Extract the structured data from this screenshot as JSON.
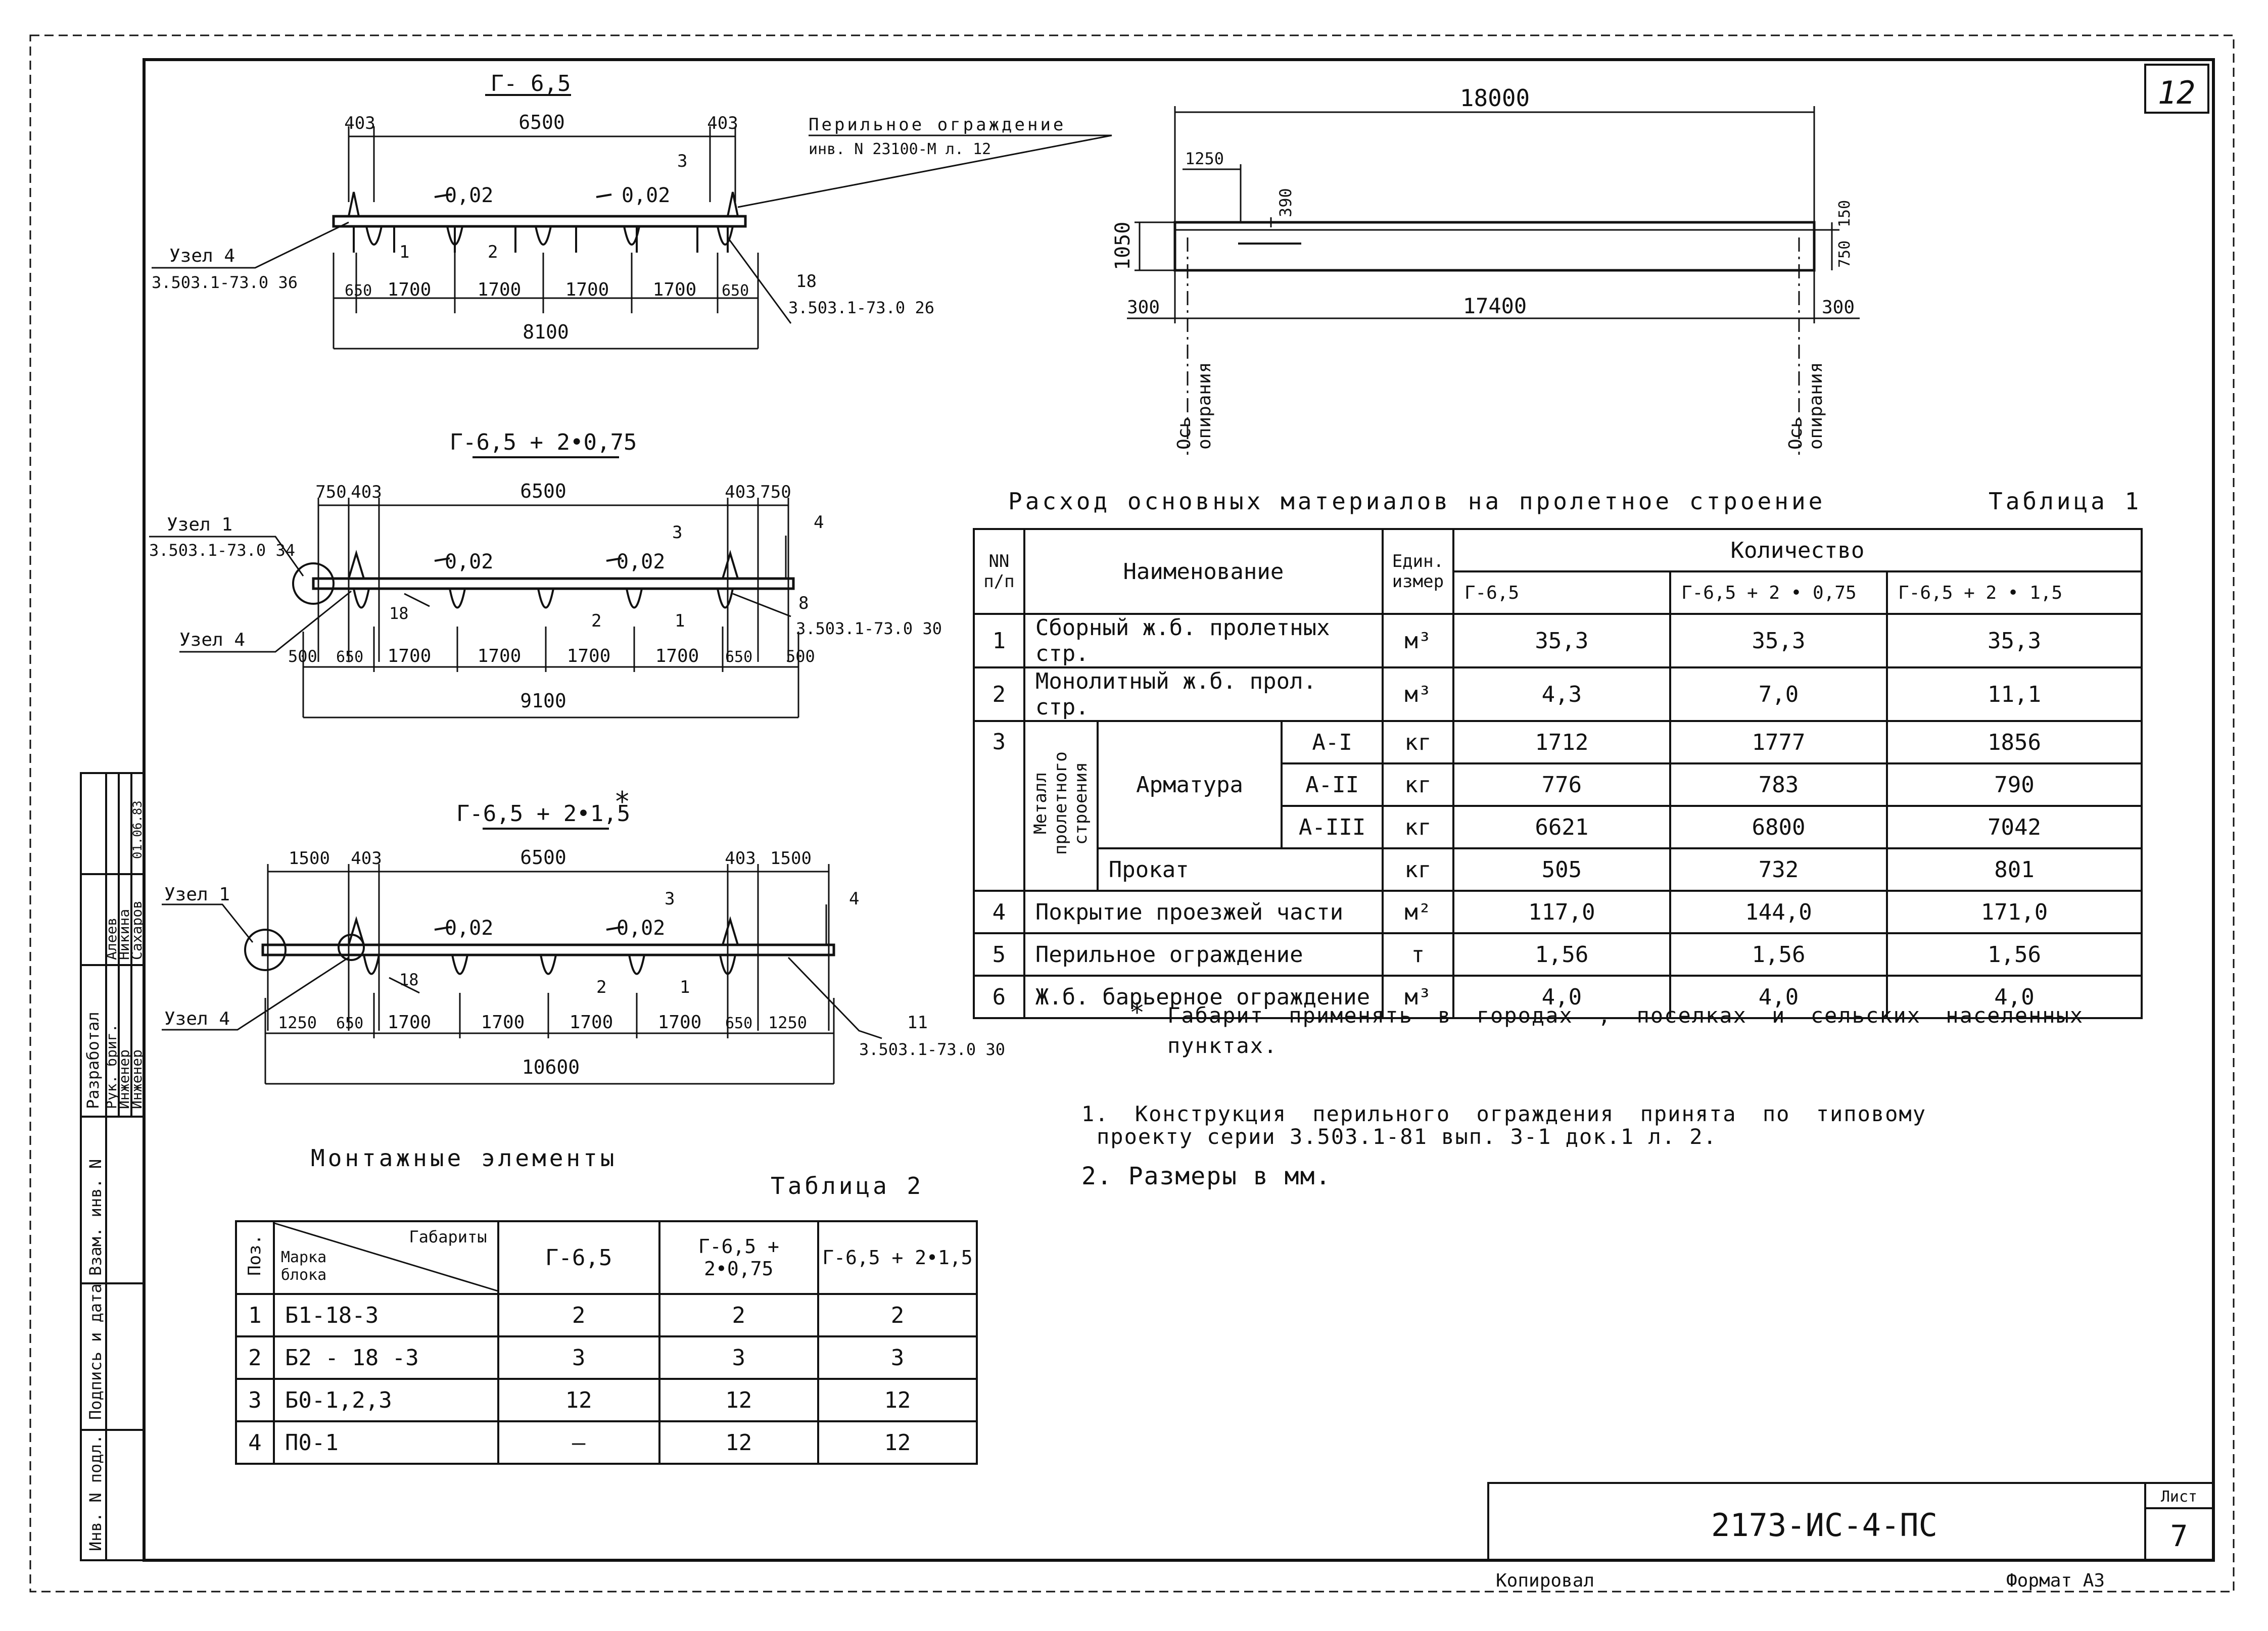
{
  "sheet": {
    "page_number": "12",
    "sheet_label": "Лист",
    "sheet_number": "7",
    "code": "2173-ИС-4-ПС",
    "copied": "Копировал",
    "format": "Формат А3"
  },
  "section_g65": {
    "title": "Г- 6,5",
    "dims_top": [
      "403",
      "6500",
      "403"
    ],
    "slopes": [
      "0,02",
      "0,02"
    ],
    "beam_marks": [
      "1",
      "2",
      "3"
    ],
    "dims_bottom": [
      "650",
      "1700",
      "1700",
      "1700",
      "1700",
      "650"
    ],
    "total": "8100",
    "railing_line1": "Перильное ограждение",
    "railing_line2": "инв. N 23100-М л. 12",
    "node_label": "Узел 4",
    "node_ref": "3.503.1-73.0 36",
    "right_mark": "18",
    "right_ref": "3.503.1-73.0 26"
  },
  "section_g65_075": {
    "title": "Г-6,5 + 2•0,75",
    "dims_top": [
      "750",
      "403",
      "6500",
      "403",
      "750"
    ],
    "slopes": [
      "0,02",
      "0,02"
    ],
    "marks": [
      "3",
      "4",
      "8",
      "18",
      "2",
      "1"
    ],
    "node1_label": "Узел 1",
    "node1_ref": "3.503.1-73.0 34",
    "node4_label": "Узел 4",
    "right_ref": "3.503.1-73.0 30",
    "dims_bottom": [
      "500",
      "650",
      "1700",
      "1700",
      "1700",
      "1700",
      "650",
      "500"
    ],
    "total": "9100"
  },
  "section_g65_15": {
    "title": "Г-6,5 + 2•1,5",
    "asterisk": "*",
    "dims_top": [
      "1500",
      "403",
      "6500",
      "403",
      "1500"
    ],
    "slopes": [
      "0,02",
      "0,02"
    ],
    "marks": [
      "3",
      "4",
      "18",
      "2",
      "1",
      "11"
    ],
    "node1_label": "Узел 1",
    "node4_label": "Узел 4",
    "right_ref": "3.503.1-73.0 30",
    "dims_bottom": [
      "1250",
      "650",
      "1700",
      "1700",
      "1700",
      "1700",
      "650",
      "1250"
    ],
    "total": "10600"
  },
  "elevation": {
    "total": "18000",
    "d1250": "1250",
    "d390": "390",
    "d1050": "1050",
    "d150": "150",
    "d750": "750",
    "d300_left": "300",
    "span": "17400",
    "d300_right": "300",
    "axis_line1": "Ось",
    "axis_line2": "опирания"
  },
  "table1": {
    "title": "Расход основных материалов на пролетное строение",
    "caption": "Таблица 1",
    "headers": {
      "num": "NN п/п",
      "name": "Наименование",
      "unit": "Един. измер",
      "qty": "Количество",
      "c1": "Г-6,5",
      "c2": "Г-6,5 + 2 • 0,75",
      "c3": "Г-6,5 + 2 • 1,5"
    },
    "group_metal": "Металл пролетного строения",
    "group_armatura": "Арматура",
    "rows": [
      {
        "num": "1",
        "name": "Сборный ж.б. пролетных стр.",
        "unit": "м³",
        "v": [
          "35,3",
          "35,3",
          "35,3"
        ]
      },
      {
        "num": "2",
        "name": "Монолитный ж.б. прол. стр.",
        "unit": "м³",
        "v": [
          "4,3",
          "7,0",
          "11,1"
        ]
      },
      {
        "num": "3",
        "name": "А-I",
        "unit": "кг",
        "v": [
          "1712",
          "1777",
          "1856"
        ]
      },
      {
        "num": "",
        "name": "А-II",
        "unit": "кг",
        "v": [
          "776",
          "783",
          "790"
        ]
      },
      {
        "num": "",
        "name": "А-III",
        "unit": "кг",
        "v": [
          "6621",
          "6800",
          "7042"
        ]
      },
      {
        "num": "",
        "name": "Прокат",
        "unit": "кг",
        "v": [
          "505",
          "732",
          "801"
        ]
      },
      {
        "num": "4",
        "name": "Покрытие проезжей части",
        "unit": "м²",
        "v": [
          "117,0",
          "144,0",
          "171,0"
        ]
      },
      {
        "num": "5",
        "name": "Перильное ограждение",
        "unit": "т",
        "v": [
          "1,56",
          "1,56",
          "1,56"
        ]
      },
      {
        "num": "6",
        "name": "Ж.б. барьерное ограждение",
        "unit": "м³",
        "v": [
          "4,0",
          "4,0",
          "4,0"
        ]
      }
    ]
  },
  "notes": {
    "star_mark": "*",
    "star_line1": "Габарит применять в городах , поселках и сельских населенных",
    "star_line2": "пунктах.",
    "n1_line1": "1. Конструкция перильного ограждения принята по типовому",
    "n1_line2": "проекту серии 3.503.1-81 вып. 3-1 док.1 л. 2.",
    "n2": "2. Размеры в мм."
  },
  "table2": {
    "title": "Монтажные элементы",
    "caption": "Таблица 2",
    "headers": {
      "pos": "Поз.",
      "diag_top": "Габариты",
      "diag_bottom": "Марка блока",
      "c1": "Г-6,5",
      "c2": "Г-6,5 + 2•0,75",
      "c3": "Г-6,5 + 2•1,5"
    },
    "rows": [
      {
        "pos": "1",
        "mark": "Б1-18-3",
        "v": [
          "2",
          "2",
          "2"
        ]
      },
      {
        "pos": "2",
        "mark": "Б2 - 18 -3",
        "v": [
          "3",
          "3",
          "3"
        ]
      },
      {
        "pos": "3",
        "mark": "Б0-1,2,3",
        "v": [
          "12",
          "12",
          "12"
        ]
      },
      {
        "pos": "4",
        "mark": "П0-1",
        "v": [
          "—",
          "12",
          "12"
        ]
      }
    ]
  },
  "stamp_side": {
    "developed": "Разработал",
    "roles": [
      "Рук. бриг.",
      "Инженер",
      "Инженер"
    ],
    "names": [
      "Алеев",
      "Никина",
      "Сахаров"
    ],
    "labels": [
      "Инв. N подл.",
      "Подпись и дата",
      "Взам. инв. N"
    ],
    "date": "01.06.83"
  }
}
